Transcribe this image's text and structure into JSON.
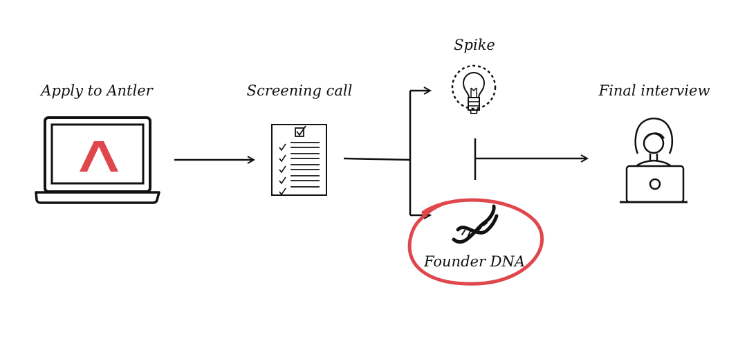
{
  "diagram": {
    "steps": [
      {
        "id": "apply",
        "label": "Apply to Antler",
        "icon": "laptop-antler-logo-icon"
      },
      {
        "id": "screening",
        "label": "Screening call",
        "icon": "checklist-icon"
      },
      {
        "id": "spike",
        "label": "Spike",
        "icon": "lightbulb-icon"
      },
      {
        "id": "founder_dna",
        "label": "Founder DNA",
        "icon": "dna-icon",
        "highlighted": true
      },
      {
        "id": "final",
        "label": "Final interview",
        "icon": "person-laptop-icon"
      }
    ],
    "colors": {
      "accent": "#e0474c",
      "ink": "#111111"
    }
  }
}
